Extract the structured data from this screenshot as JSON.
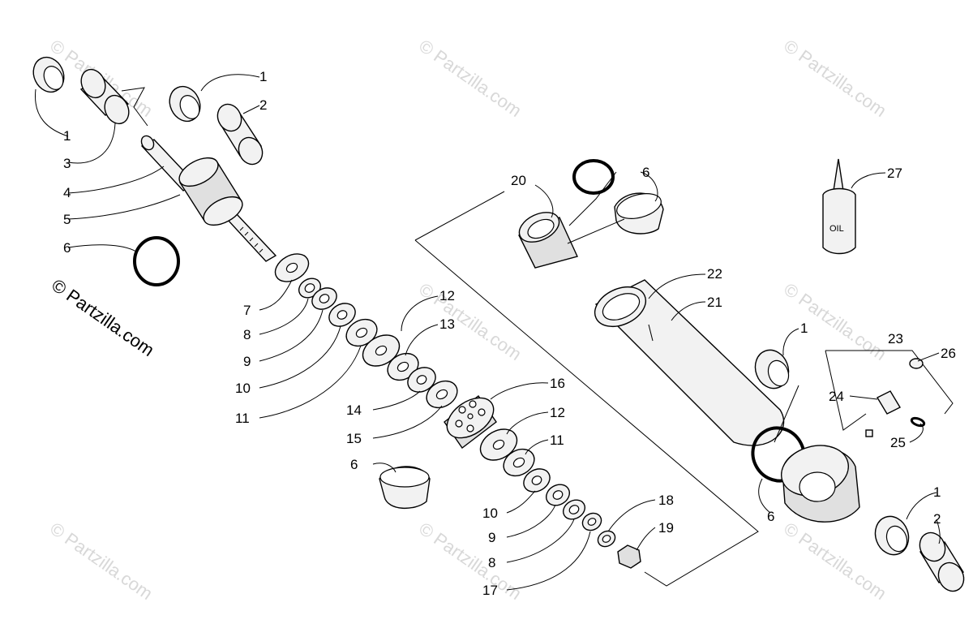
{
  "watermark": {
    "text": "© Partzilla.com",
    "color": "#d8d8d8"
  },
  "copyright": "© Partzilla.com",
  "oil_label": "OIL",
  "callouts": {
    "c1a": "1",
    "c2a": "2",
    "c1b": "1",
    "c3": "3",
    "c4": "4",
    "c5": "5",
    "c6a": "6",
    "c7": "7",
    "c8a": "8",
    "c9a": "9",
    "c10a": "10",
    "c11a": "11",
    "c12a": "12",
    "c13": "13",
    "c14": "14",
    "c15": "15",
    "c16": "16",
    "c12b": "12",
    "c11b": "11",
    "c6b": "6",
    "c10b": "10",
    "c9b": "9",
    "c8b": "8",
    "c17": "17",
    "c18": "18",
    "c19": "19",
    "c20": "20",
    "c6c": "6",
    "c22": "22",
    "c21": "21",
    "c27": "27",
    "c1c": "1",
    "c23": "23",
    "c26": "26",
    "c24": "24",
    "c25": "25",
    "c6d": "6",
    "c1d": "1",
    "c2b": "2"
  }
}
